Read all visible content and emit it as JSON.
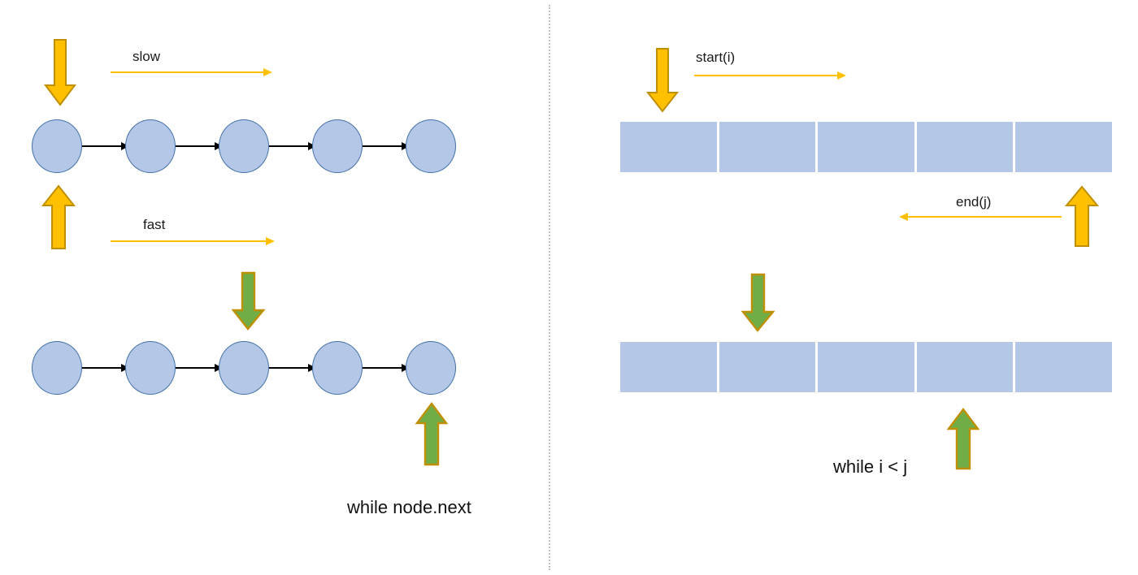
{
  "diagram": {
    "title_hidden": "",
    "colors": {
      "node_fill": "#b4c7e7",
      "node_stroke": "#4472a8",
      "cell_fill": "#b4c7e7",
      "orange_fill": "#ffc000",
      "orange_stroke": "#bf8f00",
      "green_fill": "#70ad47",
      "green_stroke": "#bf8f00",
      "link_stroke": "#000000",
      "divider": "#bfbfbf",
      "text": "#111111"
    },
    "divider": {
      "name": "vertical-dotted-divider",
      "style": "dotted"
    }
  },
  "left_panel": {
    "name": "linked-list-two-pointer-panel",
    "caption": "while node.next",
    "top_list": {
      "name": "linked-list-top",
      "node_count": 5,
      "nodes": [
        "",
        "",
        "",
        "",
        ""
      ],
      "link_count": 4
    },
    "bottom_list": {
      "name": "linked-list-bottom",
      "node_count": 5,
      "nodes": [
        "",
        "",
        "",
        "",
        ""
      ],
      "link_count": 4
    },
    "pointers": [
      {
        "label": "slow",
        "color": "orange",
        "direction": "right",
        "marker": "down-arrow",
        "position": "above-top-list"
      },
      {
        "label": "fast",
        "color": "orange",
        "direction": "right",
        "marker": "up-arrow",
        "position": "below-top-list"
      }
    ],
    "markers": [
      {
        "name": "orange-down-arrow-head-top",
        "color": "orange",
        "direction": "down"
      },
      {
        "name": "orange-up-arrow-head-bottom",
        "color": "orange",
        "direction": "up"
      },
      {
        "name": "green-down-arrow-middle-node",
        "color": "green",
        "direction": "down"
      },
      {
        "name": "green-up-arrow-last-node",
        "color": "green",
        "direction": "up"
      }
    ]
  },
  "right_panel": {
    "name": "array-two-pointer-panel",
    "caption": "while i < j",
    "top_array": {
      "name": "array-top",
      "cell_count": 5,
      "cells": [
        "",
        "",
        "",
        "",
        ""
      ]
    },
    "bottom_array": {
      "name": "array-bottom",
      "cell_count": 5,
      "cells": [
        "",
        "",
        "",
        "",
        ""
      ]
    },
    "pointers": [
      {
        "label": "start(i)",
        "color": "orange",
        "direction": "right",
        "marker": "down-arrow",
        "position": "above-top-array"
      },
      {
        "label": "end(j)",
        "color": "orange",
        "direction": "left",
        "marker": "up-arrow",
        "position": "below-top-array"
      }
    ],
    "markers": [
      {
        "name": "orange-down-arrow-array-start",
        "color": "orange",
        "direction": "down"
      },
      {
        "name": "orange-up-arrow-array-end",
        "color": "orange",
        "direction": "up"
      },
      {
        "name": "green-down-arrow-array-second",
        "color": "green",
        "direction": "down"
      },
      {
        "name": "green-up-arrow-array-fourth",
        "color": "green",
        "direction": "up"
      }
    ]
  }
}
